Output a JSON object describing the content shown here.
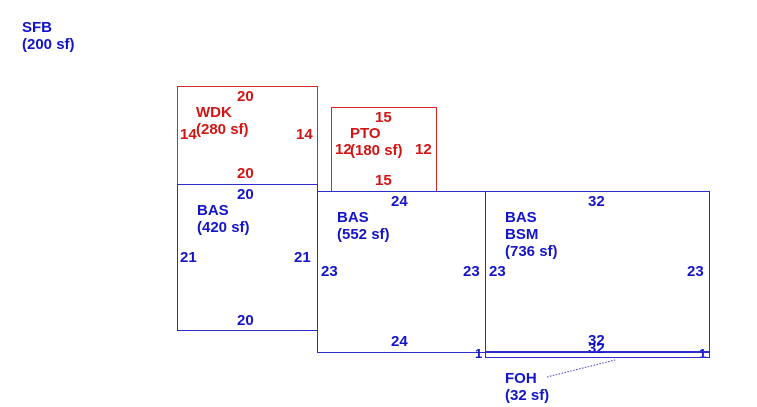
{
  "sketch": {
    "sfb": {
      "name": "SFB",
      "area": "(200 sf)"
    },
    "wdk": {
      "name": "WDK",
      "area": "(280 sf)",
      "top": "20",
      "bottom": "20",
      "left": "14",
      "right": "14"
    },
    "pto": {
      "name": "PTO",
      "area": "(180 sf)",
      "top": "15",
      "bottom": "15",
      "left": "12",
      "right": "12"
    },
    "bas1": {
      "name": "BAS",
      "area": "(420 sf)",
      "top": "20",
      "bottom": "20",
      "left": "21",
      "right": "21"
    },
    "bas2": {
      "name": "BAS",
      "area": "(552 sf)",
      "top": "24",
      "bottom": "24",
      "left": "23",
      "right": "23",
      "corner": "1"
    },
    "bsm": {
      "name1": "BAS",
      "name2": "BSM",
      "area": "(736 sf)",
      "top": "32",
      "bottom1": "32",
      "bottom2": "32",
      "left": "23",
      "right": "23",
      "corner": "1"
    },
    "foh": {
      "name": "FOH",
      "area": "(32 sf)"
    }
  },
  "colors": {
    "blue": "#1414c8",
    "red": "#d21414"
  }
}
